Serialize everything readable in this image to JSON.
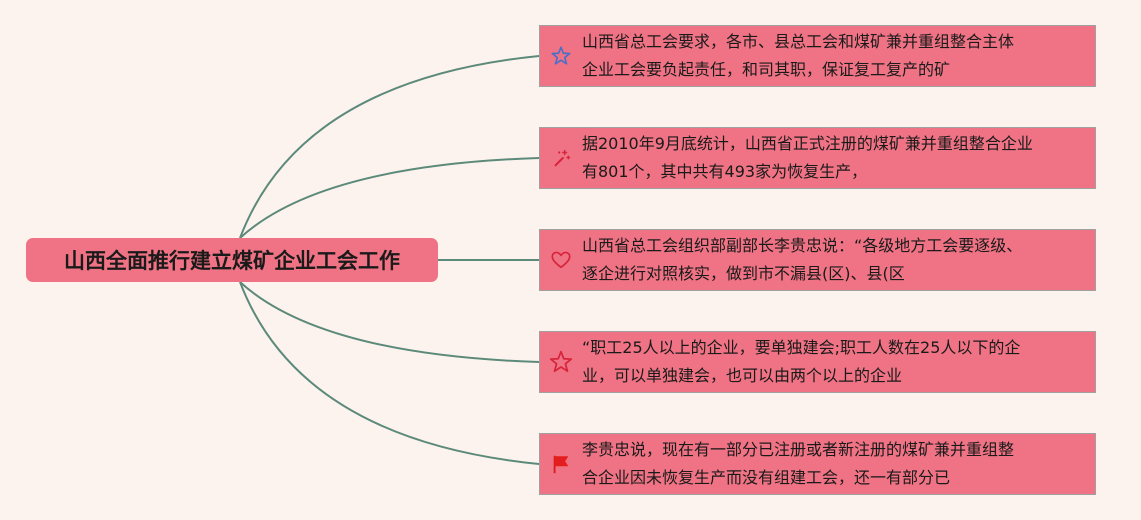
{
  "root": {
    "title": "山西全面推行建立煤矿企业工会工作"
  },
  "colors": {
    "background": "#fdf3ee",
    "node_fill": "#ef7384",
    "connector": "#5c8a7a"
  },
  "branches": [
    {
      "icon": "star-outline-blue-icon",
      "lines": [
        "山西省总工会要求，各市、县总工会和煤矿兼并重组整合主体",
        "企业工会要负起责任，和司其职，保证复工复产的矿"
      ]
    },
    {
      "icon": "magic-wand-icon",
      "lines": [
        "据2010年9月底统计，山西省正式注册的煤矿兼并重组整合企业",
        "有801个，其中共有493家为恢复生产，"
      ]
    },
    {
      "icon": "heart-outline-icon",
      "lines": [
        "山西省总工会组织部副部长李贵忠说：“各级地方工会要逐级、",
        "逐企进行对照核实，做到市不漏县(区)、县(区"
      ]
    },
    {
      "icon": "star-outline-red-icon",
      "lines": [
        "“职工25人以上的企业，要单独建会;职工人数在25人以下的企",
        "业，可以单独建会，也可以由两个以上的企业"
      ]
    },
    {
      "icon": "red-flag-icon",
      "lines": [
        "李贵忠说，现在有一部分已注册或者新注册的煤矿兼并重组整",
        "合企业因未恢复生产而没有组建工会，还一有部分已"
      ]
    }
  ]
}
